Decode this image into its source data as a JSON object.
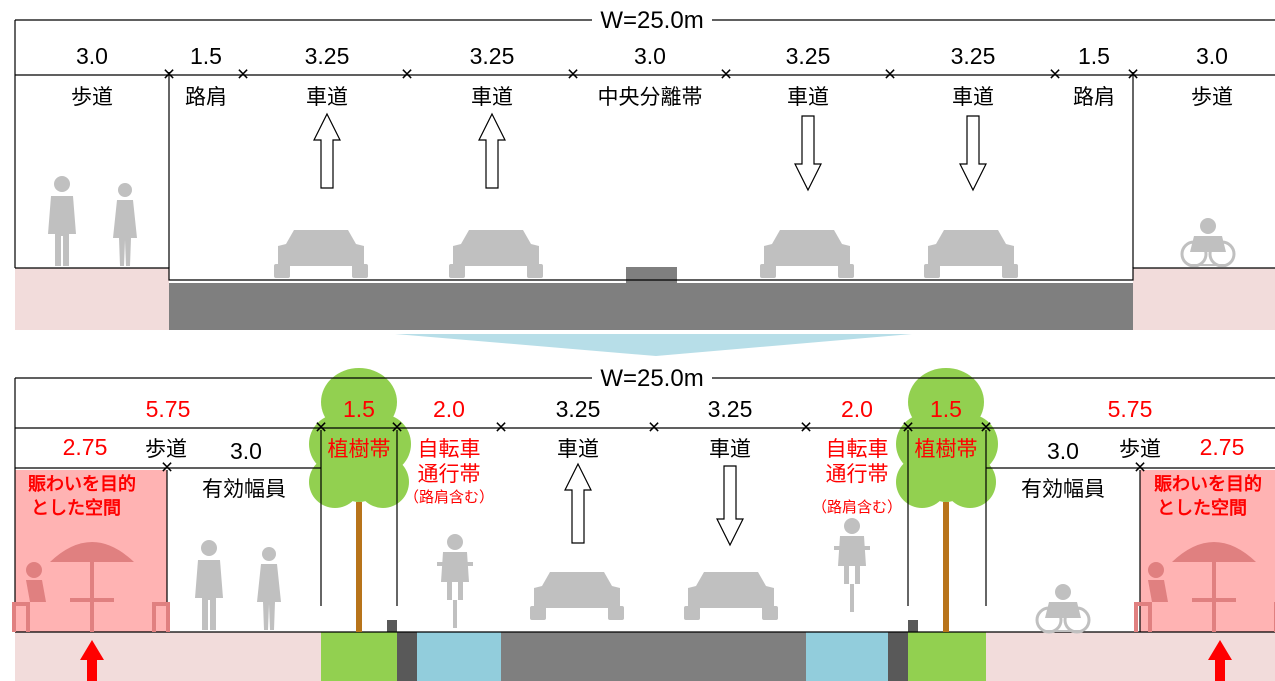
{
  "top_section": {
    "total_width": "W=25.0m",
    "segments": [
      {
        "width": "3.0",
        "label": "歩道"
      },
      {
        "width": "1.5",
        "label": "路肩"
      },
      {
        "width": "3.25",
        "label": "車道"
      },
      {
        "width": "3.25",
        "label": "車道"
      },
      {
        "width": "3.0",
        "label": "中央分離帯"
      },
      {
        "width": "3.25",
        "label": "車道"
      },
      {
        "width": "3.25",
        "label": "車道"
      },
      {
        "width": "1.5",
        "label": "路肩"
      },
      {
        "width": "3.0",
        "label": "歩道"
      }
    ]
  },
  "bottom_section": {
    "total_width": "W=25.0m",
    "left": {
      "sidewalk_total": "5.75",
      "sidewalk_label": "歩道",
      "plaza_width": "2.75",
      "plaza_label_line1": "賑わいを目的",
      "plaza_label_line2": "とした空間",
      "effective_width": "3.0",
      "effective_label": "有効幅員",
      "tree_width": "1.5",
      "tree_label": "植樹帯",
      "bike_width": "2.0",
      "bike_label_line1": "自転車",
      "bike_label_line2": "通行帯",
      "bike_note": "（路肩含む）"
    },
    "center": [
      {
        "width": "3.25",
        "label": "車道"
      },
      {
        "width": "3.25",
        "label": "車道"
      }
    ],
    "right": {
      "sidewalk_total": "5.75",
      "sidewalk_label": "歩道",
      "plaza_width": "2.75",
      "plaza_label_line1": "賑わいを目的",
      "plaza_label_line2": "とした空間",
      "effective_width": "3.0",
      "effective_label": "有効幅員",
      "tree_width": "1.5",
      "tree_label": "植樹帯",
      "bike_width": "2.0",
      "bike_label_line1": "自転車",
      "bike_label_line2": "通行帯",
      "bike_note": "（路肩含む）"
    }
  },
  "colors": {
    "sidewalk": "#f2dcdb",
    "plaza": "#ffb3b3",
    "roadway": "#7f7f7f",
    "median": "#7f7f7f",
    "curb": "#595959",
    "tree_belt": "#92d050",
    "bike_lane": "#92cddc",
    "transition": "#b7dee8",
    "foliage": "#92d050",
    "trunk": "#b8741a",
    "accent_red": "#ff0000",
    "silhouette": "#c0c0c0"
  },
  "icons": [
    "pedestrian-icon",
    "wheelchair-icon",
    "car-icon",
    "cyclist-icon",
    "street-tree-icon",
    "parasol-table-icon",
    "direction-arrow-icon",
    "pointer-arrow-icon"
  ]
}
